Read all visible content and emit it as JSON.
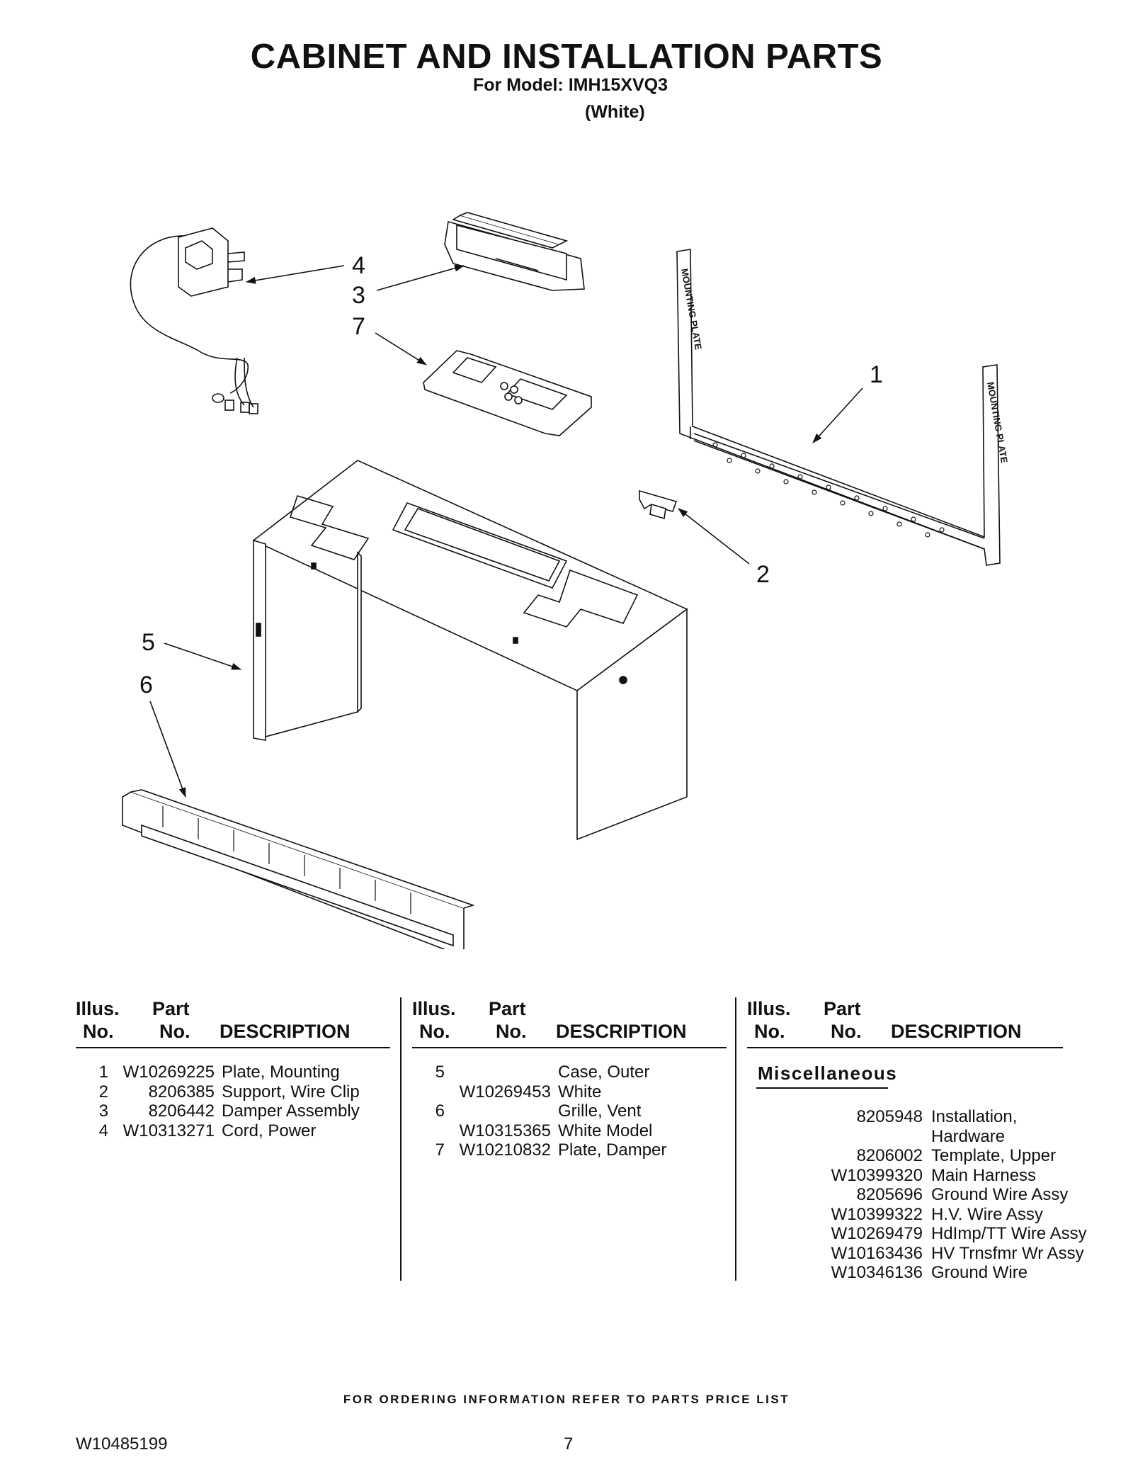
{
  "header": {
    "title": "CABINET AND INSTALLATION PARTS",
    "model_line": "For Model: IMH15XVQ3",
    "variant": "(White)"
  },
  "diagram": {
    "callouts": [
      "1",
      "2",
      "3",
      "4",
      "5",
      "6",
      "7"
    ],
    "plate_label": "MOUNTING PLATE"
  },
  "table": {
    "col_illus_1": "Illus.",
    "col_illus_2": "No.",
    "col_part_1": "Part",
    "col_part_2": "No.",
    "col_desc": "DESCRIPTION",
    "col1": [
      {
        "illus": "1",
        "part": "W10269225",
        "desc": "Plate, Mounting"
      },
      {
        "illus": "2",
        "part": "8206385",
        "desc": "Support, Wire Clip"
      },
      {
        "illus": "3",
        "part": "8206442",
        "desc": "Damper Assembly"
      },
      {
        "illus": "4",
        "part": "W10313271",
        "desc": "Cord, Power"
      }
    ],
    "col2": [
      {
        "illus": "5",
        "part": "",
        "desc": "Case, Outer"
      },
      {
        "illus": "",
        "part": "W10269453",
        "desc": "White"
      },
      {
        "illus": "6",
        "part": "",
        "desc": "Grille, Vent"
      },
      {
        "illus": "",
        "part": "W10315365",
        "desc": "White Model"
      },
      {
        "illus": "7",
        "part": "W10210832",
        "desc": "Plate, Damper"
      }
    ],
    "misc_title": "Miscellaneous",
    "col3": [
      {
        "part": "8205948",
        "desc": "Installation,"
      },
      {
        "part": "",
        "desc": "Hardware"
      },
      {
        "part": "8206002",
        "desc": "Template, Upper"
      },
      {
        "part": "W10399320",
        "desc": "Main Harness"
      },
      {
        "part": "8205696",
        "desc": "Ground Wire Assy"
      },
      {
        "part": "W10399322",
        "desc": "H.V. Wire Assy"
      },
      {
        "part": "W10269479",
        "desc": "HdImp/TT Wire Assy"
      },
      {
        "part": "W10163436",
        "desc": "HV Trnsfmr Wr Assy"
      },
      {
        "part": "W10346136",
        "desc": "Ground Wire"
      }
    ]
  },
  "footer": {
    "ordering_note": "FOR ORDERING INFORMATION REFER TO PARTS PRICE LIST",
    "doc_number": "W10485199",
    "page_number": "7"
  }
}
